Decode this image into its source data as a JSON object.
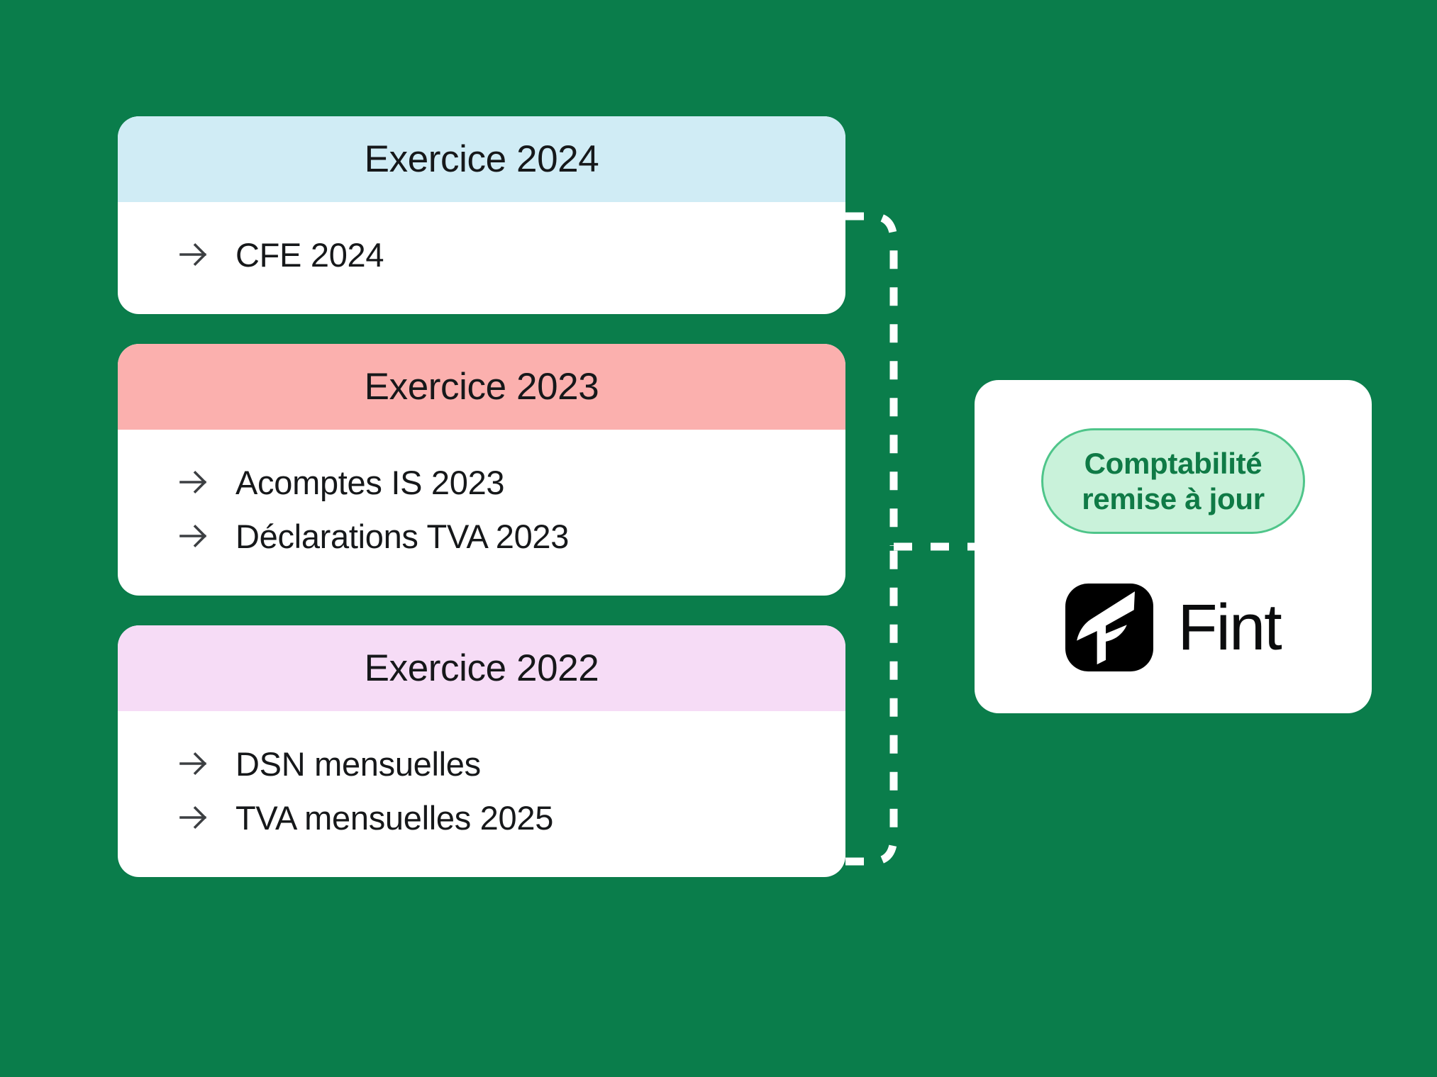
{
  "theme": {
    "background": "#0A7D4B",
    "card_surface": "#FFFFFF",
    "text_primary": "#16181A",
    "connector": "#FFFFFF"
  },
  "exercises": [
    {
      "title": "Exercice 2024",
      "header_color": "#D0ECF5",
      "tasks": [
        {
          "icon": "arrow-right-icon",
          "label": "CFE 2024"
        }
      ]
    },
    {
      "title": "Exercice 2023",
      "header_color": "#FBB0AE",
      "tasks": [
        {
          "icon": "arrow-right-icon",
          "label": "Acomptes IS 2023"
        },
        {
          "icon": "arrow-right-icon",
          "label": "Déclarations TVA 2023"
        }
      ]
    },
    {
      "title": "Exercice 2022",
      "header_color": "#F6DCF6",
      "tasks": [
        {
          "icon": "arrow-right-icon",
          "label": "DSN mensuelles"
        },
        {
          "icon": "arrow-right-icon",
          "label": "TVA mensuelles 2025"
        }
      ]
    }
  ],
  "result_panel": {
    "badge": {
      "line1": "Comptabilité",
      "line2": "remise à jour",
      "background": "#C9F2DA",
      "border_color": "#4FC58A",
      "text_color": "#0F7A46"
    },
    "brand": {
      "icon": "fint-logo-icon",
      "name": "Fint",
      "mark_background": "#000000",
      "mark_foreground": "#FFFFFF"
    }
  }
}
